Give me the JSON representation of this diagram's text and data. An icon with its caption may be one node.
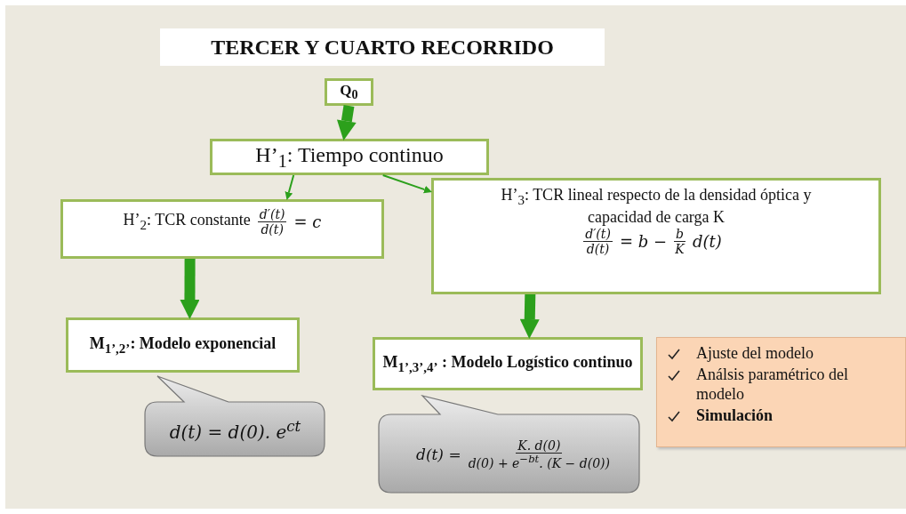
{
  "diagram": {
    "title": "TERCER Y CUARTO RECORRIDO",
    "nodes": [
      {
        "text": [
          "Q$_{0}$"
        ]
      },
      {
        "text": [
          "H’$_{1}$: Tiempo continuo"
        ]
      },
      {
        "text": [
          "H’$_{2}$: TCR constante",
          "d′(t)",
          "d(t)",
          "= c"
        ]
      },
      {
        "text": [
          "H’$_{3}$: TCR lineal respecto de la densidad óptica y capacidad de carga K",
          "d′(t)",
          "d(t)",
          "= b −",
          "b",
          "K",
          "d(t)"
        ]
      },
      {
        "text": [
          "M$_{1’,2’}$: Modelo exponencial"
        ]
      },
      {
        "text": [
          "d(t) = d(0). e$^{ct}$"
        ]
      },
      {
        "text": [
          "M$_{1’,3’,4’}$ : Modelo Logístico continuo"
        ]
      },
      {
        "text": [
          "d(t) =",
          "K. d(0)",
          "d(0) + e$^{−bt}$. (K − d(0))"
        ]
      },
      {
        "text": [
          "Ajuste del modelo",
          "Análsis paramétrico del modelo",
          "Simulación"
        ]
      }
    ],
    "edges": [
      {
        "from": 0,
        "to": 1,
        "arrow": "to"
      },
      {
        "from": 1,
        "to": 2,
        "arrow": "to"
      },
      {
        "from": 1,
        "to": 3,
        "arrow": "to"
      },
      {
        "from": 2,
        "to": 4,
        "arrow": "to"
      },
      {
        "from": 3,
        "to": 6,
        "arrow": "to"
      }
    ]
  }
}
